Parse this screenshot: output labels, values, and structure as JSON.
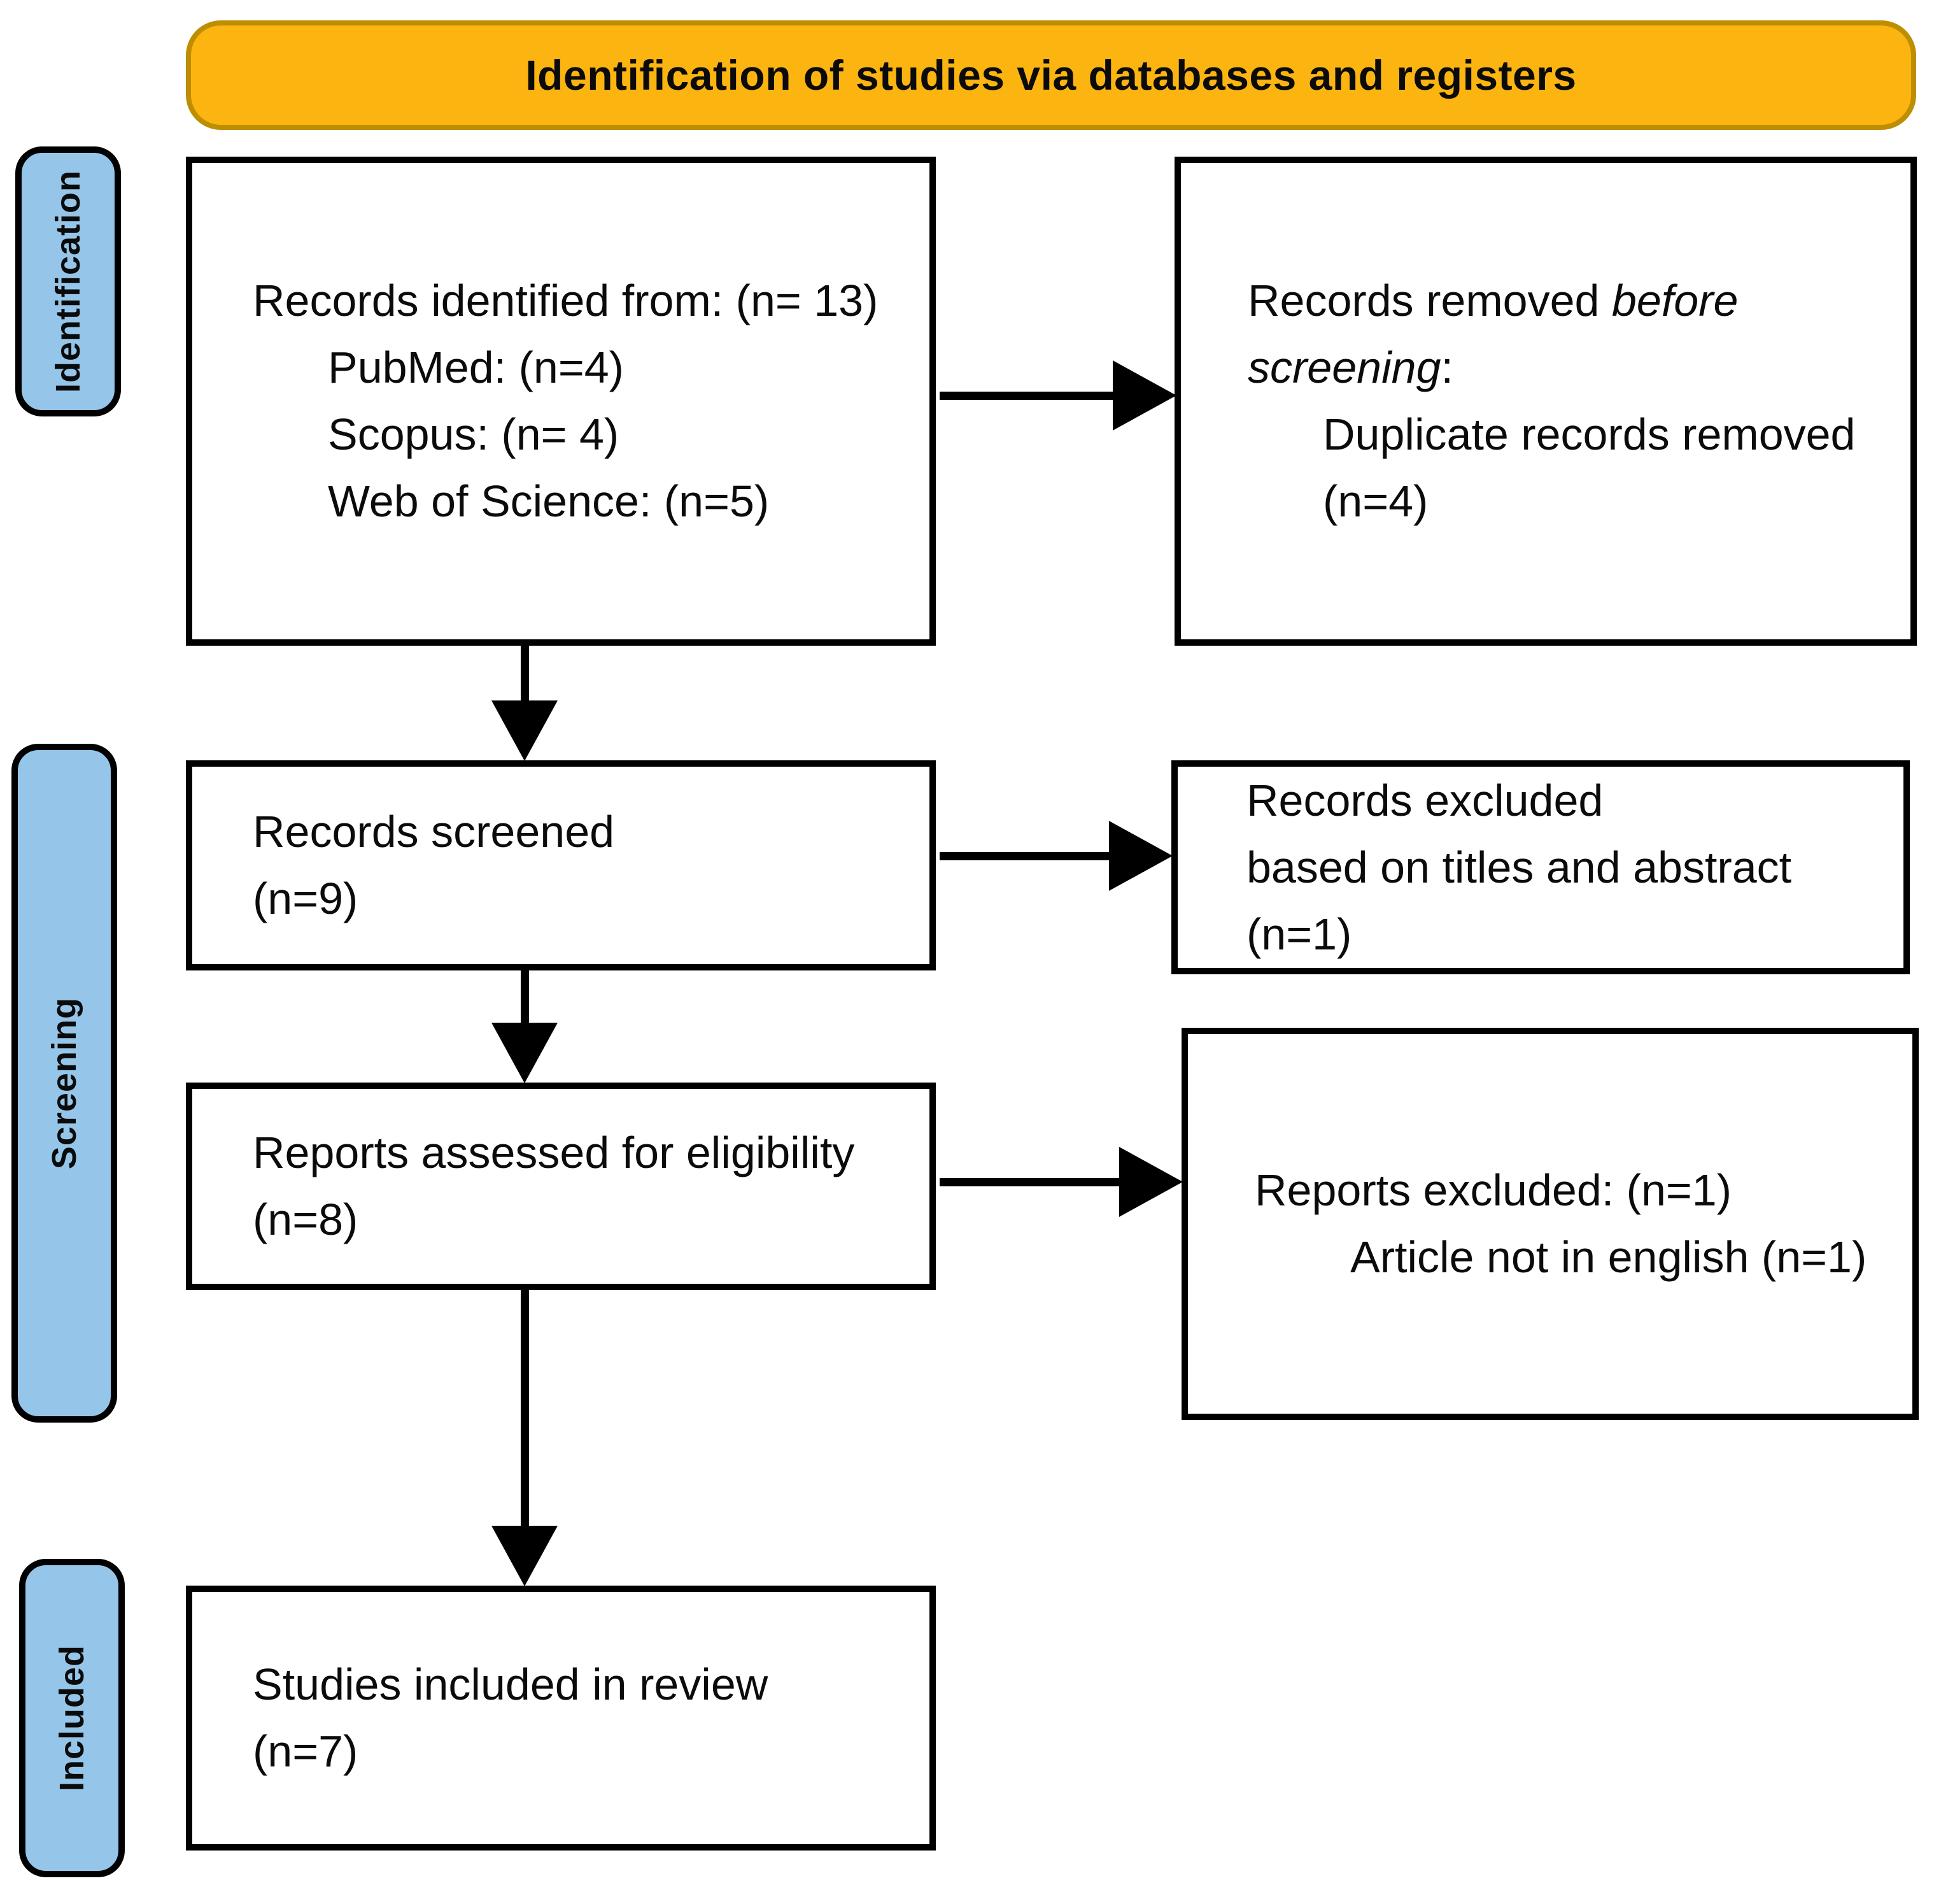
{
  "banner": {
    "title": "Identification of studies via databases and registers"
  },
  "stages": [
    {
      "label": "Identification"
    },
    {
      "label": "Screening"
    },
    {
      "label": "Included"
    }
  ],
  "boxes": {
    "identified": {
      "title": "Records identified from: (n= 13)",
      "items": [
        "PubMed: (n=4)",
        "Scopus: (n= 4)",
        "Web of Science: (n=5)"
      ]
    },
    "removed_before_screening": {
      "prefix": "Records removed ",
      "italic1": "before",
      "italic2": "screening",
      "suffix": ":",
      "items": [
        "Duplicate records removed",
        "(n=4)"
      ]
    },
    "screened": {
      "lines": [
        "Records screened",
        "(n=9)"
      ]
    },
    "excluded_titles_abstract": {
      "lines": [
        "Records excluded",
        "based on titles and abstract",
        "(n=1)"
      ]
    },
    "assessed": {
      "lines": [
        "Reports assessed for eligibility",
        "(n=8)"
      ]
    },
    "reports_excluded": {
      "title": "Reports excluded: (n=1)",
      "items": [
        "Article not in english (n=1)"
      ]
    },
    "included_review": {
      "lines": [
        "Studies included in review",
        "(n=7)"
      ]
    }
  },
  "colors": {
    "banner_fill": "#FBB410",
    "banner_border": "#BD8E00",
    "stage_fill": "#95C6E9",
    "stage_border": "#000000",
    "box_border": "#000000",
    "arrow": "#000000",
    "text": "#0B0B0B"
  }
}
